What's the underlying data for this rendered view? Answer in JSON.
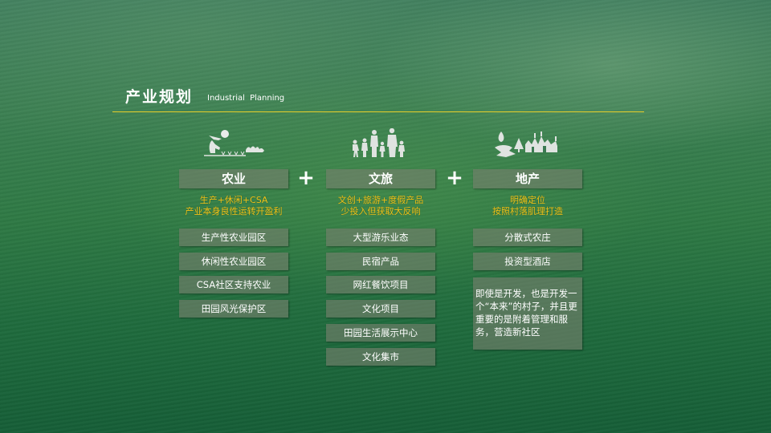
{
  "header": {
    "title_cn": "产业规划",
    "title_en": "Industrial  Planning",
    "rule_color": "#e8cf2a"
  },
  "connectors": [
    "+",
    "+"
  ],
  "columns": [
    {
      "icon": "farmer-sun-icon",
      "heading": "农业",
      "subtitle": [
        "生产+休闲+CSA",
        "产业本身良性运转开盈利"
      ],
      "items": [
        "生产性农业园区",
        "休闲性农业园区",
        "CSA社区支持农业",
        "田园风光保护区"
      ]
    },
    {
      "icon": "family-icon",
      "heading": "文旅",
      "subtitle": [
        "文创+旅游+度假产品",
        "少投入但获取大反响"
      ],
      "items": [
        "大型游乐业态",
        "民宿产品",
        "网红餐饮项目",
        "文化项目",
        "田园生活展示中心",
        "文化集市"
      ]
    },
    {
      "icon": "village-icon",
      "heading": "地产",
      "subtitle": [
        "明确定位",
        "按照村落肌理打造"
      ],
      "items": [
        "分散式农庄",
        "投资型酒店"
      ],
      "note": "即使是开发，也是开发一个“本来”的村子，并且更重要的是附着管理和服务，营造新社区"
    }
  ],
  "colors": {
    "subtitle": "#f0c419",
    "box_bg": "rgba(120,128,110,0.62)",
    "text": "#ffffff"
  }
}
